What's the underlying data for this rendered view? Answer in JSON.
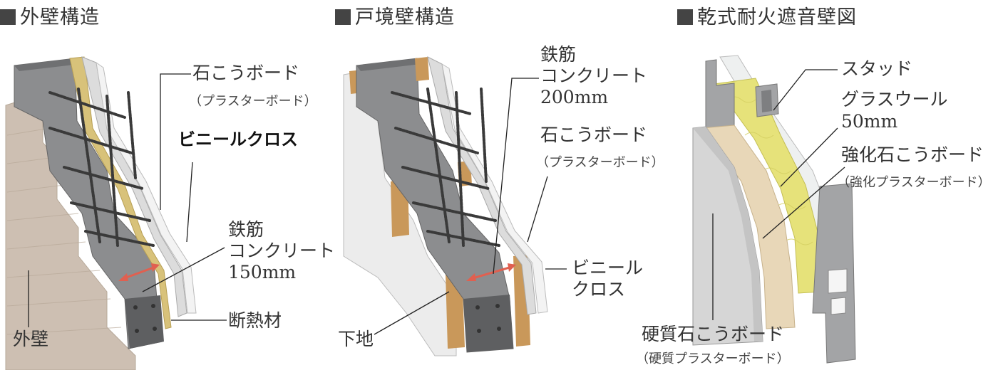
{
  "panels": {
    "exterior": {
      "title": "外壁構造",
      "labels": {
        "gypsum": "石こうボード",
        "gypsum_sub": "（プラスターボード）",
        "vinyl": "ビニールクロス",
        "rebar1": "鉄筋",
        "rebar2": "コンクリート",
        "rebar3": "150mm",
        "insulation": "断熱材",
        "outer": "外壁"
      }
    },
    "partition": {
      "title": "戸境壁構造",
      "labels": {
        "rebar1": "鉄筋",
        "rebar2": "コンクリート",
        "rebar3": "200mm",
        "gypsum": "石こうボード",
        "gypsum_sub": "（プラスターボード）",
        "vinyl1": "ビニール",
        "vinyl2": "クロス",
        "base": "下地"
      }
    },
    "drywall": {
      "title": "乾式耐火遮音壁図",
      "labels": {
        "stud": "スタッド",
        "wool1": "グラスウール",
        "wool2": "50mm",
        "reinforced": "強化石こうボード",
        "reinforced_sub": "（強化プラスターボード）",
        "hard": "硬質石こうボード",
        "hard_sub": "（硬質プラスターボード）"
      }
    }
  },
  "colors": {
    "concrete": "#8c8d8f",
    "concrete_dark": "#5e5f61",
    "rebar": "#3a3a3a",
    "insulation": "#d8c27a",
    "wood": "#c9985a",
    "exterior_finish": "#cdbfb2",
    "board_white": "#ececec",
    "glass_wool": "#e6e27a",
    "reinforced_board": "#e8d7b8",
    "steel": "#a3a4a6",
    "arrow": "#e06050"
  }
}
